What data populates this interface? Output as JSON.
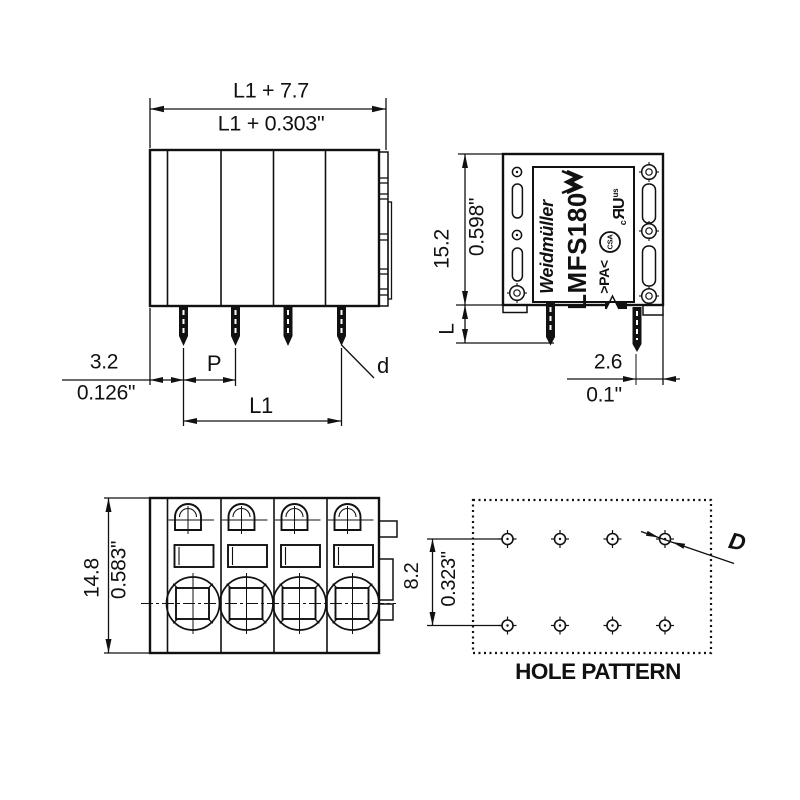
{
  "drawing": {
    "front_view": {
      "dim_width_mm": "L1 + 7.7",
      "dim_width_in": "L1 + 0.303\"",
      "dim_offset_mm": "3.2",
      "dim_offset_in": "0.126\"",
      "dim_pitch": "P",
      "dim_span": "L1",
      "dim_pin_label": "d"
    },
    "side_view": {
      "dim_height_mm": "15.2",
      "dim_height_in": "0.598\"",
      "dim_pin_length": "L",
      "dim_edge_mm": "2.6",
      "dim_edge_in": "0.1\"",
      "brand": "Weidmüller",
      "model": "LMFS180",
      "material": ">PA<",
      "cert_csa": "CSA",
      "cert_c": "c",
      "cert_mark": "ЯU",
      "cert_us": "us"
    },
    "top_view": {
      "dim_depth_mm": "14.8",
      "dim_depth_in": "0.583\""
    },
    "hole_pattern": {
      "title": "HOLE PATTERN",
      "dim_row_mm": "8.2",
      "dim_row_in": "0.323\"",
      "dim_diameter": "D"
    }
  }
}
